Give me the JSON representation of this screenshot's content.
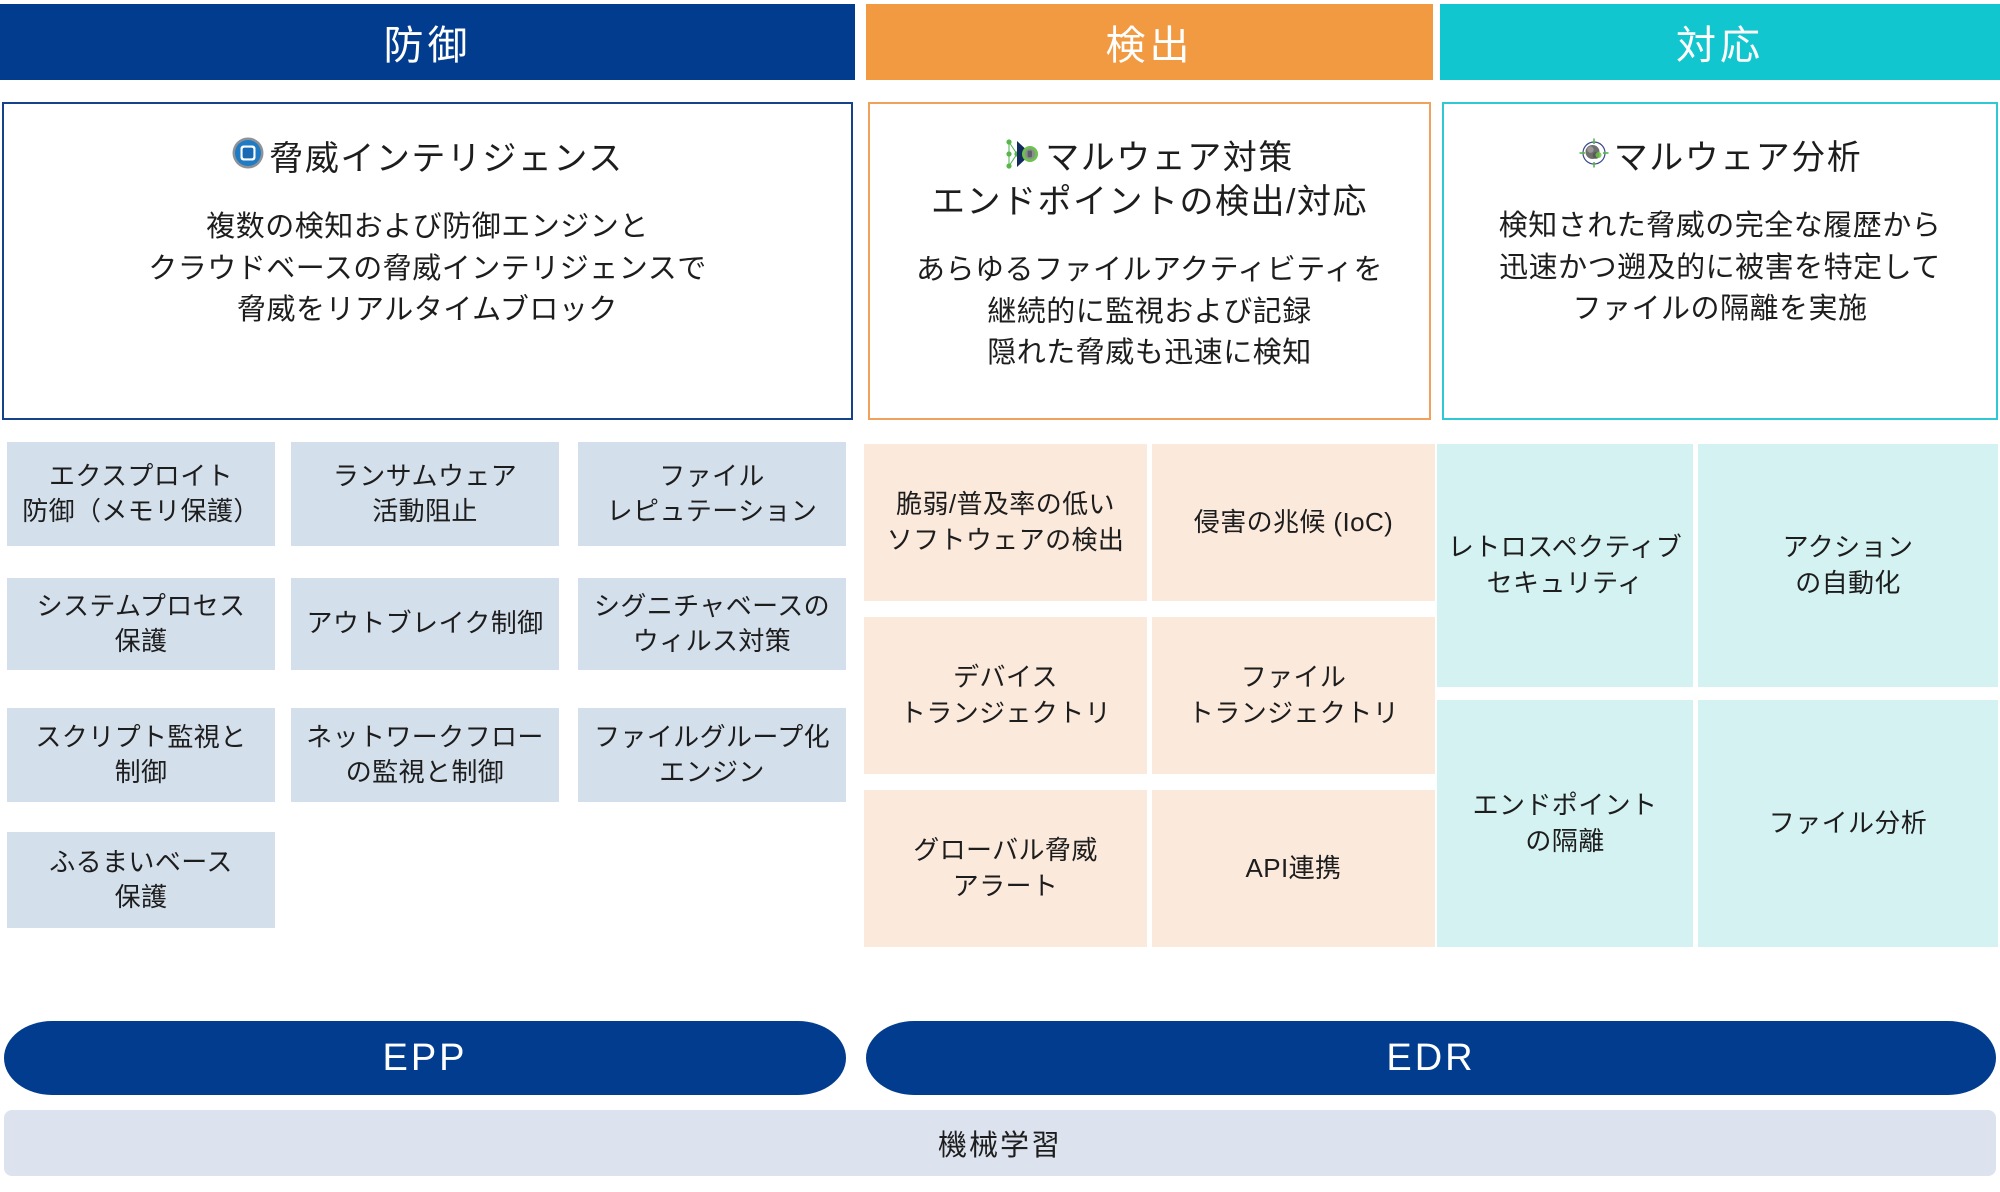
{
  "columns": {
    "protect": {
      "header": "防御",
      "color": "#023C8E"
    },
    "detect": {
      "header": "検出",
      "color": "#F19A42"
    },
    "respond": {
      "header": "対応",
      "color": "#12C6CF"
    }
  },
  "cards": {
    "protect": {
      "icon": "shield-target-icon",
      "title_lines": [
        "脅威インテリジェンス"
      ],
      "desc_lines": [
        "複数の検知および防御エンジンと",
        "クラウドベースの脅威インテリジェンスで",
        "脅威をリアルタイムブロック"
      ]
    },
    "detect": {
      "icon": "malware-network-icon",
      "title_lines": [
        "マルウェア対策",
        "エンドポイントの検出/対応"
      ],
      "desc_lines": [
        "あらゆるファイルアクティビティを",
        "継続的に監視および記録",
        "隠れた脅威も迅速に検知"
      ]
    },
    "respond": {
      "icon": "malware-scope-icon",
      "title_lines": [
        "マルウェア分析"
      ],
      "desc_lines": [
        "検知された脅威の完全な履歴から",
        "迅速かつ遡及的に被害を特定して",
        "ファイルの隔離を実施"
      ]
    }
  },
  "tiles": {
    "protect": [
      {
        "lines": [
          "エクスプロイト",
          "防御（メモリ保護）"
        ]
      },
      {
        "lines": [
          "ランサムウェア",
          "活動阻止"
        ]
      },
      {
        "lines": [
          "ファイル",
          "レピュテーション"
        ]
      },
      {
        "lines": [
          "システムプロセス",
          "保護"
        ]
      },
      {
        "lines": [
          "アウトブレイク制御"
        ]
      },
      {
        "lines": [
          "シグニチャベースの",
          "ウィルス対策"
        ]
      },
      {
        "lines": [
          "スクリプト監視と",
          "制御"
        ]
      },
      {
        "lines": [
          "ネットワークフロー",
          "の監視と制御"
        ]
      },
      {
        "lines": [
          "ファイルグループ化",
          "エンジン"
        ]
      },
      {
        "lines": [
          "ふるまいベース",
          "保護"
        ]
      }
    ],
    "detect": [
      {
        "lines": [
          "脆弱/普及率の低い",
          "ソフトウェアの検出"
        ]
      },
      {
        "lines": [
          "侵害の兆候 (IoC)"
        ]
      },
      {
        "lines": [
          "デバイス",
          "トランジェクトリ"
        ]
      },
      {
        "lines": [
          "ファイル",
          "トランジェクトリ"
        ]
      },
      {
        "lines": [
          "グローバル脅威",
          "アラート"
        ]
      },
      {
        "lines": [
          "API連携"
        ]
      }
    ],
    "respond": [
      {
        "lines": [
          "レトロスペクティブ",
          "セキュリティ"
        ]
      },
      {
        "lines": [
          "アクション",
          "の自動化"
        ]
      },
      {
        "lines": [
          "エンドポイント",
          "の隔離"
        ]
      },
      {
        "lines": [
          "ファイル分析"
        ]
      }
    ]
  },
  "footer": {
    "epp": "EPP",
    "edr": "EDR",
    "machine_learning": "機械学習"
  },
  "palette": {
    "navy": "#023C8E",
    "orange": "#F19A42",
    "teal": "#12C6CF",
    "tile_blue": "#D4DFEC",
    "tile_peach": "#FBE9DC",
    "tile_mint": "#D5F2F3",
    "ml_bar": "#DCE3EE"
  }
}
